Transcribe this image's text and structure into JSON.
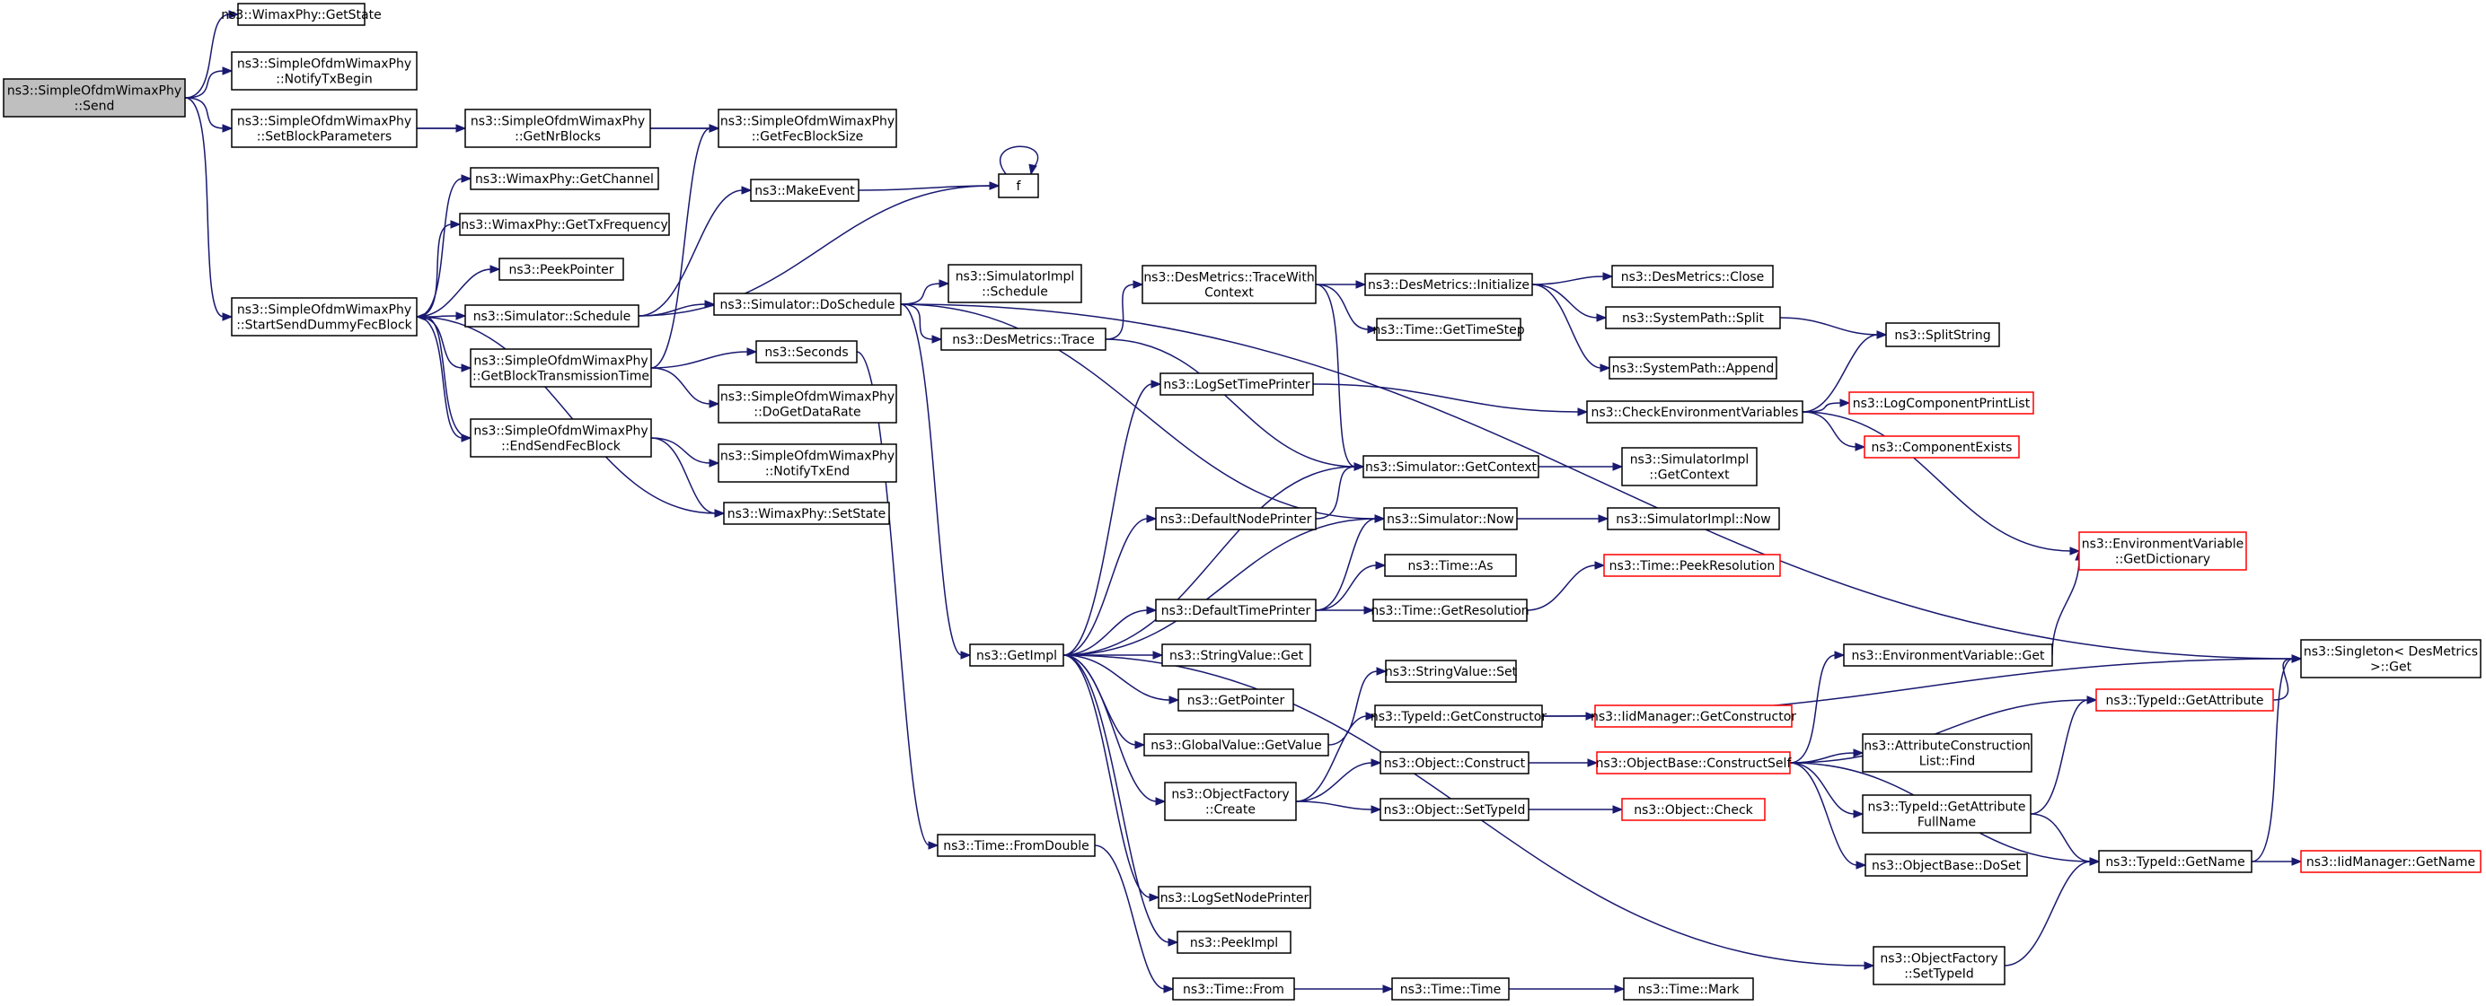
{
  "diagram": {
    "colors": {
      "edge": "#191970",
      "node_border": "#000000",
      "root_fill": "#bfbfbf",
      "missing_border": "#ff0000",
      "background": "#ffffff"
    },
    "nodes": [
      {
        "id": "send",
        "lines": [
          "ns3::SimpleOfdmWimaxPhy",
          "::Send"
        ]
      },
      {
        "id": "getstate",
        "lines": [
          "ns3::WimaxPhy::GetState"
        ]
      },
      {
        "id": "notifytxbegin",
        "lines": [
          "ns3::SimpleOfdmWimaxPhy",
          "::NotifyTxBegin"
        ]
      },
      {
        "id": "setblockparams",
        "lines": [
          "ns3::SimpleOfdmWimaxPhy",
          "::SetBlockParameters"
        ]
      },
      {
        "id": "getnrblocks",
        "lines": [
          "ns3::SimpleOfdmWimaxPhy",
          "::GetNrBlocks"
        ]
      },
      {
        "id": "getfecblocksize",
        "lines": [
          "ns3::SimpleOfdmWimaxPhy",
          "::GetFecBlockSize"
        ]
      },
      {
        "id": "startsenddummy",
        "lines": [
          "ns3::SimpleOfdmWimaxPhy",
          "::StartSendDummyFecBlock"
        ]
      },
      {
        "id": "getchannel",
        "lines": [
          "ns3::WimaxPhy::GetChannel"
        ]
      },
      {
        "id": "gettxfrequency",
        "lines": [
          "ns3::WimaxPhy::GetTxFrequency"
        ]
      },
      {
        "id": "peekpointer",
        "lines": [
          "ns3::PeekPointer"
        ]
      },
      {
        "id": "simschedule",
        "lines": [
          "ns3::Simulator::Schedule"
        ]
      },
      {
        "id": "makeevent",
        "lines": [
          "ns3::MakeEvent"
        ]
      },
      {
        "id": "f",
        "lines": [
          "f"
        ]
      },
      {
        "id": "getblocktxtime",
        "lines": [
          "ns3::SimpleOfdmWimaxPhy",
          "::GetBlockTransmissionTime"
        ]
      },
      {
        "id": "endsendfecblock",
        "lines": [
          "ns3::SimpleOfdmWimaxPhy",
          "::EndSendFecBlock"
        ]
      },
      {
        "id": "dogetdatarate",
        "lines": [
          "ns3::SimpleOfdmWimaxPhy",
          "::DoGetDataRate"
        ]
      },
      {
        "id": "notifytxend",
        "lines": [
          "ns3::SimpleOfdmWimaxPhy",
          "::NotifyTxEnd"
        ]
      },
      {
        "id": "setstate",
        "lines": [
          "ns3::WimaxPhy::SetState"
        ]
      },
      {
        "id": "doschedule",
        "lines": [
          "ns3::Simulator::DoSchedule"
        ]
      },
      {
        "id": "simimplschedule",
        "lines": [
          "ns3::SimulatorImpl",
          "::Schedule"
        ]
      },
      {
        "id": "seconds",
        "lines": [
          "ns3::Seconds"
        ]
      },
      {
        "id": "desmetricstrace",
        "lines": [
          "ns3::DesMetrics::Trace"
        ]
      },
      {
        "id": "tracewithcontext",
        "lines": [
          "ns3::DesMetrics::TraceWith",
          "Context"
        ]
      },
      {
        "id": "initialize",
        "lines": [
          "ns3::DesMetrics::Initialize"
        ]
      },
      {
        "id": "close",
        "lines": [
          "ns3::DesMetrics::Close"
        ]
      },
      {
        "id": "gettimestep",
        "lines": [
          "ns3::Time::GetTimeStep"
        ]
      },
      {
        "id": "split",
        "lines": [
          "ns3::SystemPath::Split"
        ]
      },
      {
        "id": "append",
        "lines": [
          "ns3::SystemPath::Append"
        ]
      },
      {
        "id": "splitstring",
        "lines": [
          "ns3::SplitString"
        ]
      },
      {
        "id": "logsettimeprinter",
        "lines": [
          "ns3::LogSetTimePrinter"
        ]
      },
      {
        "id": "checkenv",
        "lines": [
          "ns3::CheckEnvironmentVariables"
        ]
      },
      {
        "id": "logcompprintlist",
        "lines": [
          "ns3::LogComponentPrintList"
        ],
        "missing": true
      },
      {
        "id": "compexists",
        "lines": [
          "ns3::ComponentExists"
        ],
        "missing": true
      },
      {
        "id": "getcontext",
        "lines": [
          "ns3::Simulator::GetContext"
        ]
      },
      {
        "id": "simimplgetcontext",
        "lines": [
          "ns3::SimulatorImpl",
          "::GetContext"
        ]
      },
      {
        "id": "defaultnodeprinter",
        "lines": [
          "ns3::DefaultNodePrinter"
        ]
      },
      {
        "id": "simnow",
        "lines": [
          "ns3::Simulator::Now"
        ]
      },
      {
        "id": "simimplnow",
        "lines": [
          "ns3::SimulatorImpl::Now"
        ]
      },
      {
        "id": "envgetdict",
        "lines": [
          "ns3::EnvironmentVariable",
          "::GetDictionary"
        ],
        "missing": true
      },
      {
        "id": "timeas",
        "lines": [
          "ns3::Time::As"
        ]
      },
      {
        "id": "peekresolution",
        "lines": [
          "ns3::Time::PeekResolution"
        ],
        "missing": true
      },
      {
        "id": "defaulttimeprinter",
        "lines": [
          "ns3::DefaultTimePrinter"
        ]
      },
      {
        "id": "getresolution",
        "lines": [
          "ns3::Time::GetResolution"
        ]
      },
      {
        "id": "getimpl",
        "lines": [
          "ns3::GetImpl"
        ]
      },
      {
        "id": "stringvalueget",
        "lines": [
          "ns3::StringValue::Get"
        ]
      },
      {
        "id": "envget",
        "lines": [
          "ns3::EnvironmentVariable::Get"
        ]
      },
      {
        "id": "singletonget",
        "lines": [
          "ns3::Singleton< DesMetrics",
          " >::Get"
        ]
      },
      {
        "id": "stringvalueset",
        "lines": [
          "ns3::StringValue::Set"
        ]
      },
      {
        "id": "getpointer",
        "lines": [
          "ns3::GetPointer"
        ]
      },
      {
        "id": "typeidgetconstructor",
        "lines": [
          "ns3::TypeId::GetConstructor"
        ]
      },
      {
        "id": "iidgetconstructor",
        "lines": [
          "ns3::IidManager::GetConstructor"
        ],
        "missing": true
      },
      {
        "id": "typeidgetattribute",
        "lines": [
          "ns3::TypeId::GetAttribute"
        ],
        "missing": true
      },
      {
        "id": "globalvaluegetvalue",
        "lines": [
          "ns3::GlobalValue::GetValue"
        ]
      },
      {
        "id": "attrconstructionfind",
        "lines": [
          "ns3::AttributeConstruction",
          "List::Find"
        ]
      },
      {
        "id": "objectconstruct",
        "lines": [
          "ns3::Object::Construct"
        ]
      },
      {
        "id": "constructself",
        "lines": [
          "ns3::ObjectBase::ConstructSelf"
        ],
        "missing": true
      },
      {
        "id": "objfactorycreate",
        "lines": [
          "ns3::ObjectFactory",
          "::Create"
        ]
      },
      {
        "id": "getattrfullname",
        "lines": [
          "ns3::TypeId::GetAttribute",
          "FullName"
        ]
      },
      {
        "id": "objectsettypeid",
        "lines": [
          "ns3::Object::SetTypeId"
        ]
      },
      {
        "id": "objectcheck",
        "lines": [
          "ns3::Object::Check"
        ],
        "missing": true
      },
      {
        "id": "dosset",
        "lines": [
          "ns3::ObjectBase::DoSet"
        ]
      },
      {
        "id": "typeidgetname",
        "lines": [
          "ns3::TypeId::GetName"
        ]
      },
      {
        "id": "iidgetname",
        "lines": [
          "ns3::IidManager::GetName"
        ],
        "missing": true
      },
      {
        "id": "timefromdouble",
        "lines": [
          "ns3::Time::FromDouble"
        ]
      },
      {
        "id": "logsetnodeprinter",
        "lines": [
          "ns3::LogSetNodePrinter"
        ]
      },
      {
        "id": "peekimpl",
        "lines": [
          "ns3::PeekImpl"
        ]
      },
      {
        "id": "objfactorysettypeid",
        "lines": [
          "ns3::ObjectFactory",
          "::SetTypeId"
        ]
      },
      {
        "id": "timefrom",
        "lines": [
          "ns3::Time::From"
        ]
      },
      {
        "id": "timetime",
        "lines": [
          "ns3::Time::Time"
        ]
      },
      {
        "id": "timemark",
        "lines": [
          "ns3::Time::Mark"
        ]
      }
    ]
  }
}
